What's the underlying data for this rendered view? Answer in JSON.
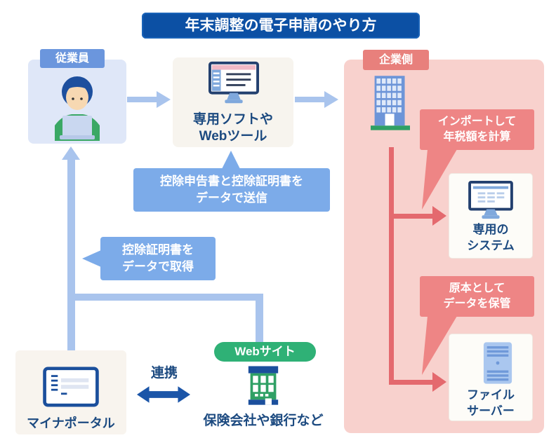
{
  "title": "年末調整の電子申請のやり方",
  "nodes": {
    "employee": {
      "label": "従業員"
    },
    "software": {
      "line1": "専用ソフトや",
      "line2": "Webツール"
    },
    "company": {
      "label": "企業側"
    },
    "dedicated_system": {
      "line1": "専用の",
      "line2": "システム"
    },
    "file_server": {
      "line1": "ファイル",
      "line2": "サーバー"
    },
    "myna_portal": {
      "label": "マイナポータル"
    },
    "website_badge": {
      "label": "Webサイト"
    },
    "insurance_bank": {
      "label": "保険会社や銀行など"
    },
    "link": {
      "label": "連携"
    }
  },
  "callouts": {
    "send": {
      "line1": "控除申告書と控除証明書を",
      "line2": "データで送信"
    },
    "get": {
      "line1": "控除証明書を",
      "line2": "データで取得"
    },
    "import": {
      "line1": "インポートして",
      "line2": "年税額を計算"
    },
    "original": {
      "line1": "原本として",
      "line2": "データを保管"
    }
  },
  "colors": {
    "title_bg": "#0c50a4",
    "dark_blue_text": "#1c4a80",
    "employee_badge": "#6b96dd",
    "employee_box": "#dfe7f8",
    "light_blue_arrow": "#a9c4ed",
    "cream_box": "#f7f4ee",
    "company_panel": "#f8d1cd",
    "company_badge": "#e8807c",
    "red_callout": "#ee8585",
    "red_line": "#e4696e",
    "blue_callout": "#7cabe9",
    "green_badge": "#2fb176",
    "green_building": "#2fa065",
    "navy": "#1b55a8"
  }
}
